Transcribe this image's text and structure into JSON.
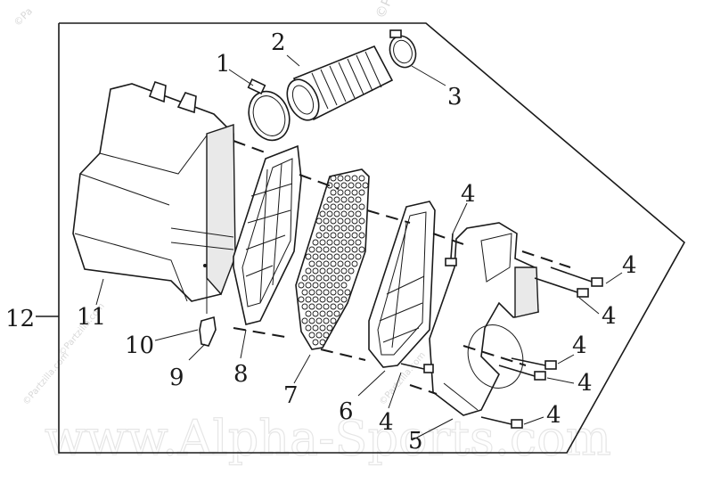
{
  "watermarks": {
    "corner": "©Pa",
    "small": "©Partzilla.com",
    "site": "www.Alpha-Sports.com"
  },
  "callouts": {
    "c1": "1",
    "c2": "2",
    "c3": "3",
    "c4a": "4",
    "c4b": "4",
    "c4c": "4",
    "c4d": "4",
    "c4e": "4",
    "c4f": "4",
    "c4g": "4",
    "c5": "5",
    "c6": "6",
    "c7": "7",
    "c8": "8",
    "c9": "9",
    "c10": "10",
    "c11": "11",
    "c12": "12"
  }
}
